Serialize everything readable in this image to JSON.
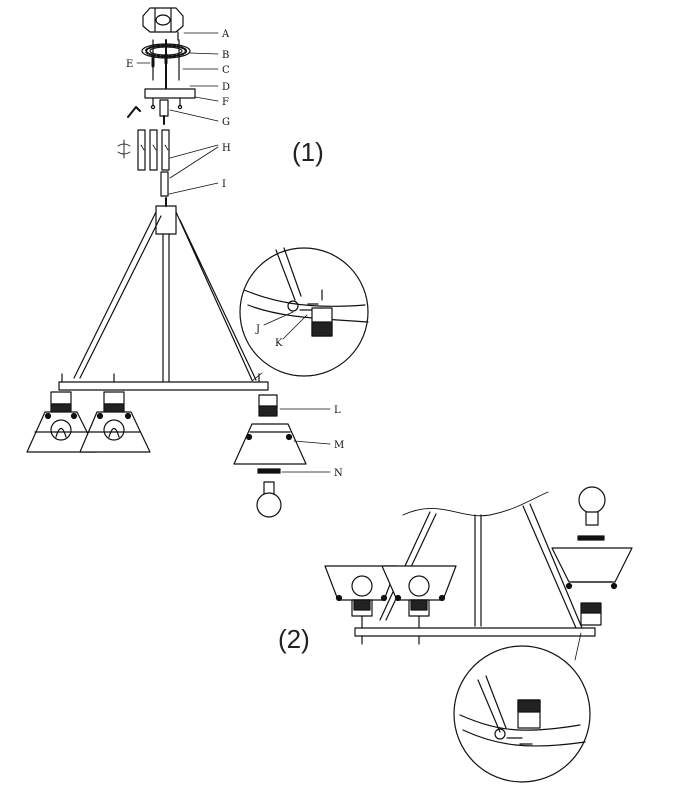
{
  "diagram": {
    "steps": [
      "(1)",
      "(2)"
    ],
    "part_labels": [
      "A",
      "B",
      "C",
      "D",
      "E",
      "F",
      "G",
      "H",
      "I",
      "J",
      "K",
      "L",
      "M",
      "N"
    ]
  },
  "colors": {
    "line": "#111111",
    "fill": "#ffffff",
    "socket": "#222222"
  }
}
